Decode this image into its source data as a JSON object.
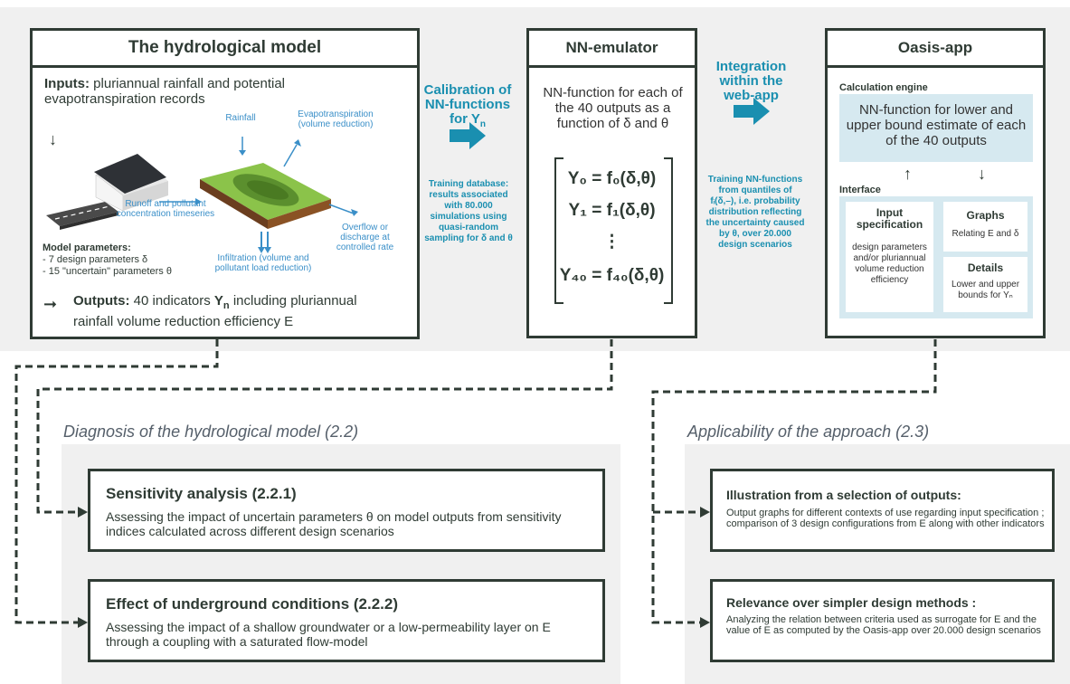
{
  "model": {
    "title": "The hydrological model",
    "inputs_label": "Inputs:",
    "inputs_text": "pluriannual rainfall and potential evapotranspiration records",
    "rainfall": "Rainfall",
    "evapotranspiration": "Evapotranspiration (volume reduction)",
    "runoff": "Runoff and pollutant concentration timeseries",
    "infiltration": "Infiltration (volume and pollutant load reduction)",
    "overflow": "Overflow or discharge at controlled rate",
    "params_title": "Model parameters:",
    "param1": "- 7 design parameters δ",
    "param2": "- 15 \"uncertain\" parameters θ",
    "outputs_label": "Outputs:",
    "outputs_text_a": "40 indicators",
    "outputs_yn": "Y",
    "outputs_yn_sub": "n",
    "outputs_text_b": "including pluriannual",
    "outputs_text_c": "rainfall volume reduction efficiency E"
  },
  "arrow1": {
    "title_line1": "Calibration of",
    "title_line2": "NN-functions",
    "title_line3": "for Y",
    "title_sub": "n",
    "desc": "Training database: results associated with 80.000 simulations using quasi-random sampling for δ and θ"
  },
  "emulator": {
    "title": "NN-emulator",
    "desc": "NN-function for each of the 40 outputs as a function of δ and θ",
    "f0": "Y₀ = f₀(δ,θ)",
    "f1": "Y₁ = f₁(δ,θ)",
    "dots": "⋮",
    "f40": "Y₄₀ = f₄₀(δ,θ)"
  },
  "arrow2": {
    "title_line1": "Integration",
    "title_line2": "within the",
    "title_line3": "web-app",
    "desc": "Training NN-functions from quantiles of fᵢ(δ,–), i.e. probability distribution reflecting the uncertainty caused by θ, over 20.000 design scenarios"
  },
  "oasis": {
    "title": "Oasis-app",
    "engine_label": "Calculation engine",
    "engine_text": "NN-function for lower and upper bound estimate of each of the 40 outputs",
    "interface_label": "Interface",
    "input_spec_title": "Input specification",
    "input_spec_text": "design parameters and/or pluriannual volume reduction efficiency",
    "graphs_title": "Graphs",
    "graphs_text": "Relating E and δ",
    "details_title": "Details",
    "details_text": "Lower and upper bounds for Yₙ"
  },
  "diagnosis": {
    "section_title": "Diagnosis of the hydrological model (2.2)",
    "sens_title": "Sensitivity analysis (2.2.1)",
    "sens_text": "Assessing the impact of uncertain parameters θ on model outputs from sensitivity indices calculated across different design scenarios",
    "under_title": "Effect of underground conditions (2.2.2)",
    "under_text": "Assessing the impact of a shallow groundwater or a low-permeability layer on E through a coupling with a saturated flow-model"
  },
  "applicability": {
    "section_title": "Applicability of the approach (2.3)",
    "illus_title": "Illustration from a selection of outputs:",
    "illus_text": "Output graphs for different contexts of use regarding input specification ; comparison of 3 design configurations from E along with other indicators",
    "relev_title": "Relevance over simpler design methods :",
    "relev_text": "Analyzing the relation between criteria used as surrogate for E and the value of E as computed by the Oasis-app over 20.000 design scenarios"
  },
  "colors": {
    "accent": "#1a8fb0",
    "box_border": "#2f3b34",
    "panel_bg": "#f0f0f0",
    "light_blue": "#d6e9f0"
  }
}
